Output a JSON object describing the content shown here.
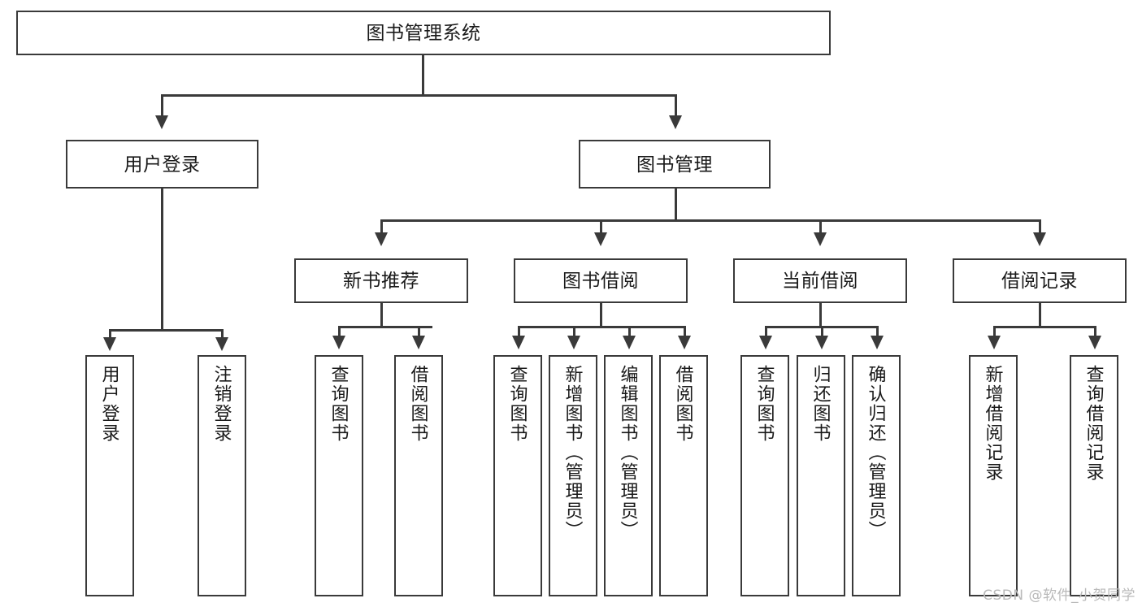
{
  "diagram": {
    "title": "图书管理系统",
    "type": "function-structure-tree",
    "colors": {
      "stroke": "#3a3a3a",
      "fill": "#ffffff",
      "text": "#1a1a1a",
      "watermark": "#b9b9b9"
    },
    "root": {
      "label": "图书管理系统"
    },
    "level2": [
      {
        "label": "用户登录"
      },
      {
        "label": "图书管理"
      }
    ],
    "level3": [
      {
        "label": "新书推荐"
      },
      {
        "label": "图书借阅"
      },
      {
        "label": "当前借阅"
      },
      {
        "label": "借阅记录"
      }
    ],
    "leaves": {
      "user_login": [
        {
          "label": "用户登录"
        },
        {
          "label": "注销登录"
        }
      ],
      "new_book_recommend": [
        {
          "label": "查询图书"
        },
        {
          "label": "借阅图书"
        }
      ],
      "book_borrow": [
        {
          "label": "查询图书"
        },
        {
          "label": "新增图书（管理员）"
        },
        {
          "label": "编辑图书（管理员）"
        },
        {
          "label": "借阅图书"
        }
      ],
      "current_borrow": [
        {
          "label": "查询图书"
        },
        {
          "label": "归还图书"
        },
        {
          "label": "确认归还（管理员）"
        }
      ],
      "borrow_record": [
        {
          "label": "新增借阅记录"
        },
        {
          "label": "查询借阅记录"
        }
      ]
    }
  },
  "watermark": {
    "text": "CSDN @软件_小贺同学"
  }
}
